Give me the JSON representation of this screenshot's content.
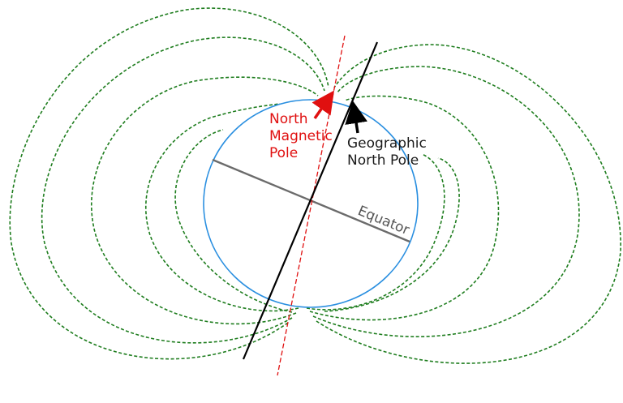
{
  "labels": {
    "magnetic_pole_line1": "North",
    "magnetic_pole_line2": "Magnetic",
    "magnetic_pole_line3": "Pole",
    "geographic_pole_line1": "Geographic",
    "geographic_pole_line2": "North Pole",
    "equator": "Equator"
  },
  "colors": {
    "earth_outline": "#2a8fe0",
    "rotation_axis": "#000000",
    "magnetic_axis": "#e01010",
    "equator": "#6b6b6b",
    "field_lines": "#1e7d1e",
    "magnetic_label": "#e01010",
    "geographic_label": "#1a1a1a"
  }
}
